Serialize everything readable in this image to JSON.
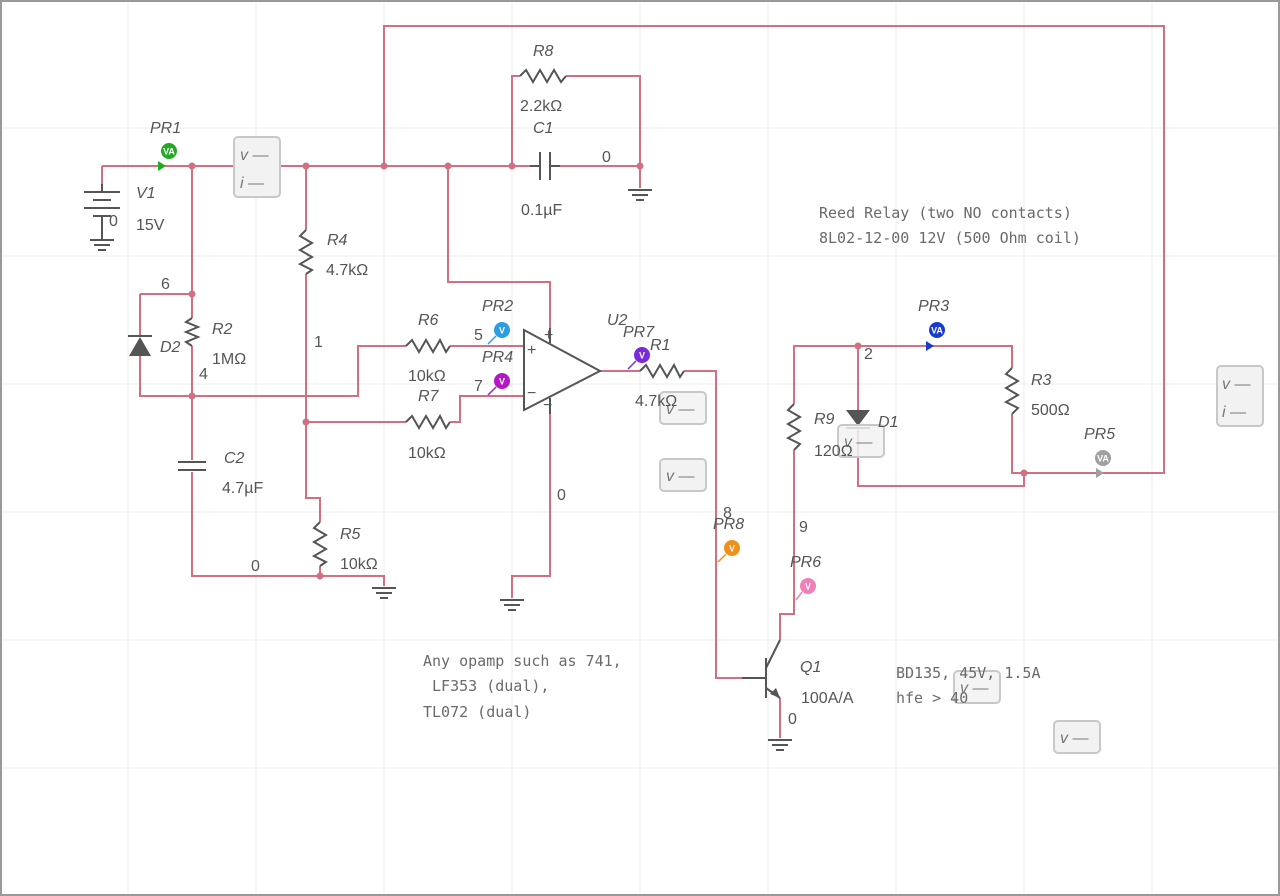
{
  "colors": {
    "wire": "#d07080",
    "component": "#555555",
    "grid": "#ececec",
    "pr1": "#22aa22",
    "pr2": "#2a9ee0",
    "pr3": "#1a3ccc",
    "pr4": "#b218c4",
    "pr5": "#a0a0a0",
    "pr6": "#f080b8",
    "pr7": "#7a2ad8",
    "pr8": "#f0901a"
  },
  "components": {
    "v1": {
      "ref": "V1",
      "value": "15V"
    },
    "r1": {
      "ref": "R1",
      "value": "4.7kΩ"
    },
    "r2": {
      "ref": "R2",
      "value": "1MΩ"
    },
    "r3": {
      "ref": "R3",
      "value": "500Ω"
    },
    "r4": {
      "ref": "R4",
      "value": "4.7kΩ"
    },
    "r5": {
      "ref": "R5",
      "value": "10kΩ"
    },
    "r6": {
      "ref": "R6",
      "value": "10kΩ"
    },
    "r7": {
      "ref": "R7",
      "value": "10kΩ"
    },
    "r8": {
      "ref": "R8",
      "value": "2.2kΩ"
    },
    "r9": {
      "ref": "R9",
      "value": "120Ω"
    },
    "c1": {
      "ref": "C1",
      "value": "0.1µF"
    },
    "c2": {
      "ref": "C2",
      "value": "4.7µF"
    },
    "d1": {
      "ref": "D1"
    },
    "d2": {
      "ref": "D2"
    },
    "u2": {
      "ref": "U2",
      "plus": "+",
      "minus": "−"
    },
    "q1": {
      "ref": "Q1",
      "value": "100A/A"
    }
  },
  "probes": {
    "pr1": {
      "ref": "PR1",
      "badge": "VA"
    },
    "pr2": {
      "ref": "PR2",
      "badge": "V"
    },
    "pr3": {
      "ref": "PR3",
      "badge": "VA"
    },
    "pr4": {
      "ref": "PR4",
      "badge": "V"
    },
    "pr5": {
      "ref": "PR5",
      "badge": "VA"
    },
    "pr6": {
      "ref": "PR6",
      "badge": "V"
    },
    "pr7": {
      "ref": "PR7",
      "badge": "V"
    },
    "pr8": {
      "ref": "PR8",
      "badge": "V"
    }
  },
  "meters": {
    "v_label": "v —",
    "i_label": "i —"
  },
  "nodes": {
    "n0a": "0",
    "n0b": "0",
    "n0c": "0",
    "n0d": "0",
    "n0e": "0",
    "n1": "1",
    "n2": "2",
    "n4": "4",
    "n5": "5",
    "n6": "6",
    "n7": "7",
    "n8": "8",
    "n9": "9"
  },
  "notes": {
    "relay_line1": "Reed Relay (two NO contacts)",
    "relay_line2": "8L02-12-00 12V (500 Ohm coil)",
    "opamp_line1": "Any opamp such as 741,",
    "opamp_line2": " LF353 (dual),",
    "opamp_line3": "TL072 (dual)",
    "bd_line1": "BD135, 45V, 1.5A",
    "bd_line2": "hfe > 40"
  }
}
